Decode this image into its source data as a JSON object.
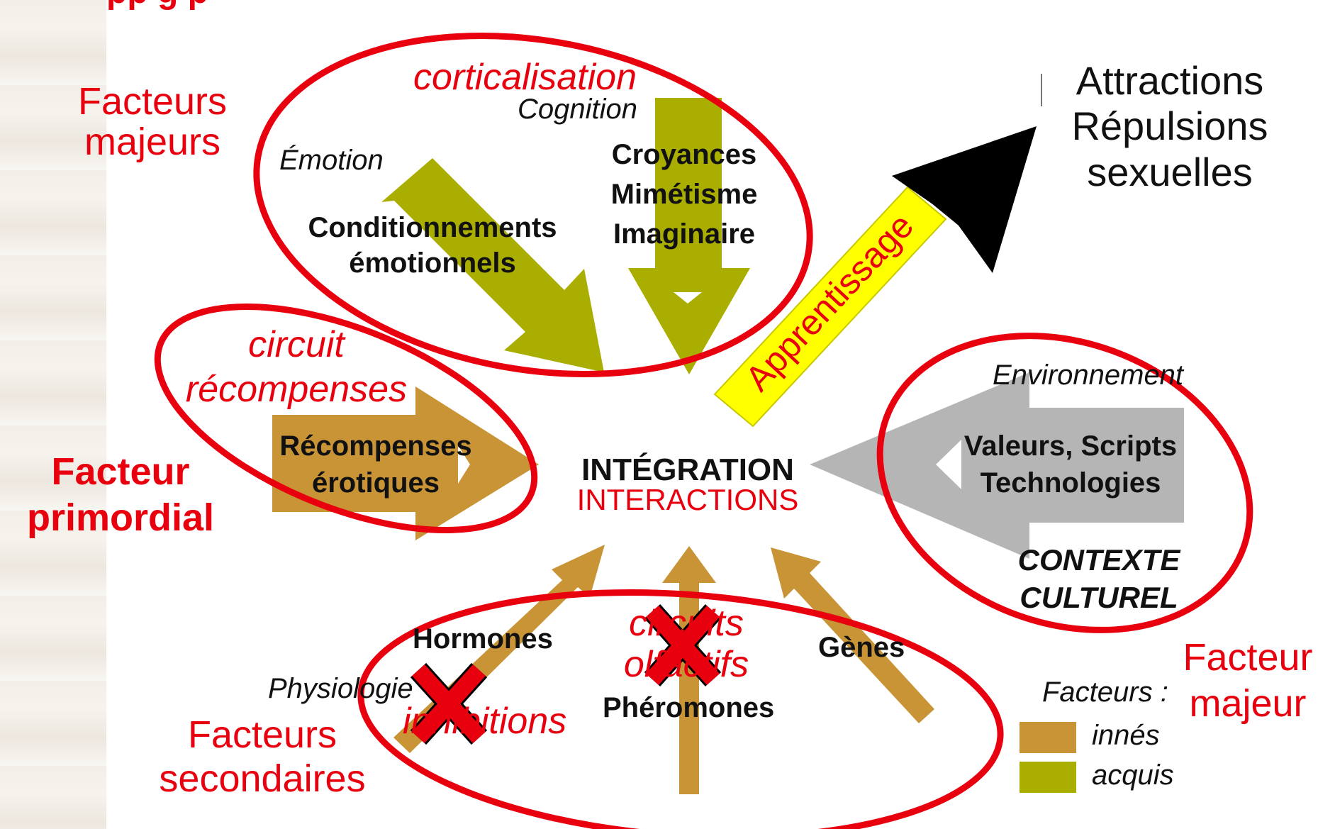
{
  "colors": {
    "red": "#e8000e",
    "innate": "#c89436",
    "acquired": "#aaae00",
    "culture": "#b5b5b5",
    "learning_band": "#ffff00",
    "black_arrow": "#000000"
  },
  "header_fragment": "pp                g                           p",
  "top_cluster": {
    "label": "Facteurs majeurs",
    "title": "corticalisation",
    "sublabel_cognition": "Cognition",
    "sublabel_emotion": "Émotion",
    "cond_line1": "Conditionnements",
    "cond_line2": "émotionnels",
    "beliefs_line1": "Croyances",
    "beliefs_line2": "Mimétisme",
    "beliefs_line3": "Imaginaire"
  },
  "left_cluster": {
    "label_line1": "Facteur",
    "label_line2": "primordial",
    "title_line1": "circuit",
    "title_line2": "récompenses",
    "reward_line1": "Récompenses",
    "reward_line2": "érotiques"
  },
  "center": {
    "line1": "INTÉGRATION",
    "line2": "INTERACTIONS"
  },
  "learning": "Apprentissage",
  "outcome": {
    "line1": "Attractions",
    "line2": "Répulsions",
    "line3": "sexuelles"
  },
  "right_cluster": {
    "label_line1": "Facteur",
    "label_line2": "majeur",
    "environment": "Environnement",
    "values_line1": "Valeurs, Scripts",
    "values_line2": "Technologies",
    "context_line1": "CONTEXTE",
    "context_line2": "CULTUREL"
  },
  "bottom_cluster": {
    "label_line1": "Facteurs",
    "label_line2": "secondaires",
    "physiology": "Physiologie",
    "hormones": "Hormones",
    "genes": "Gènes",
    "pheromones": "Phéromones",
    "olfactory_line1": "circuits",
    "olfactory_line2": "olfactifs",
    "inhibitions": "inhibitions"
  },
  "legend": {
    "title": "Facteurs :",
    "innate": "innés",
    "acquired": "acquis"
  }
}
